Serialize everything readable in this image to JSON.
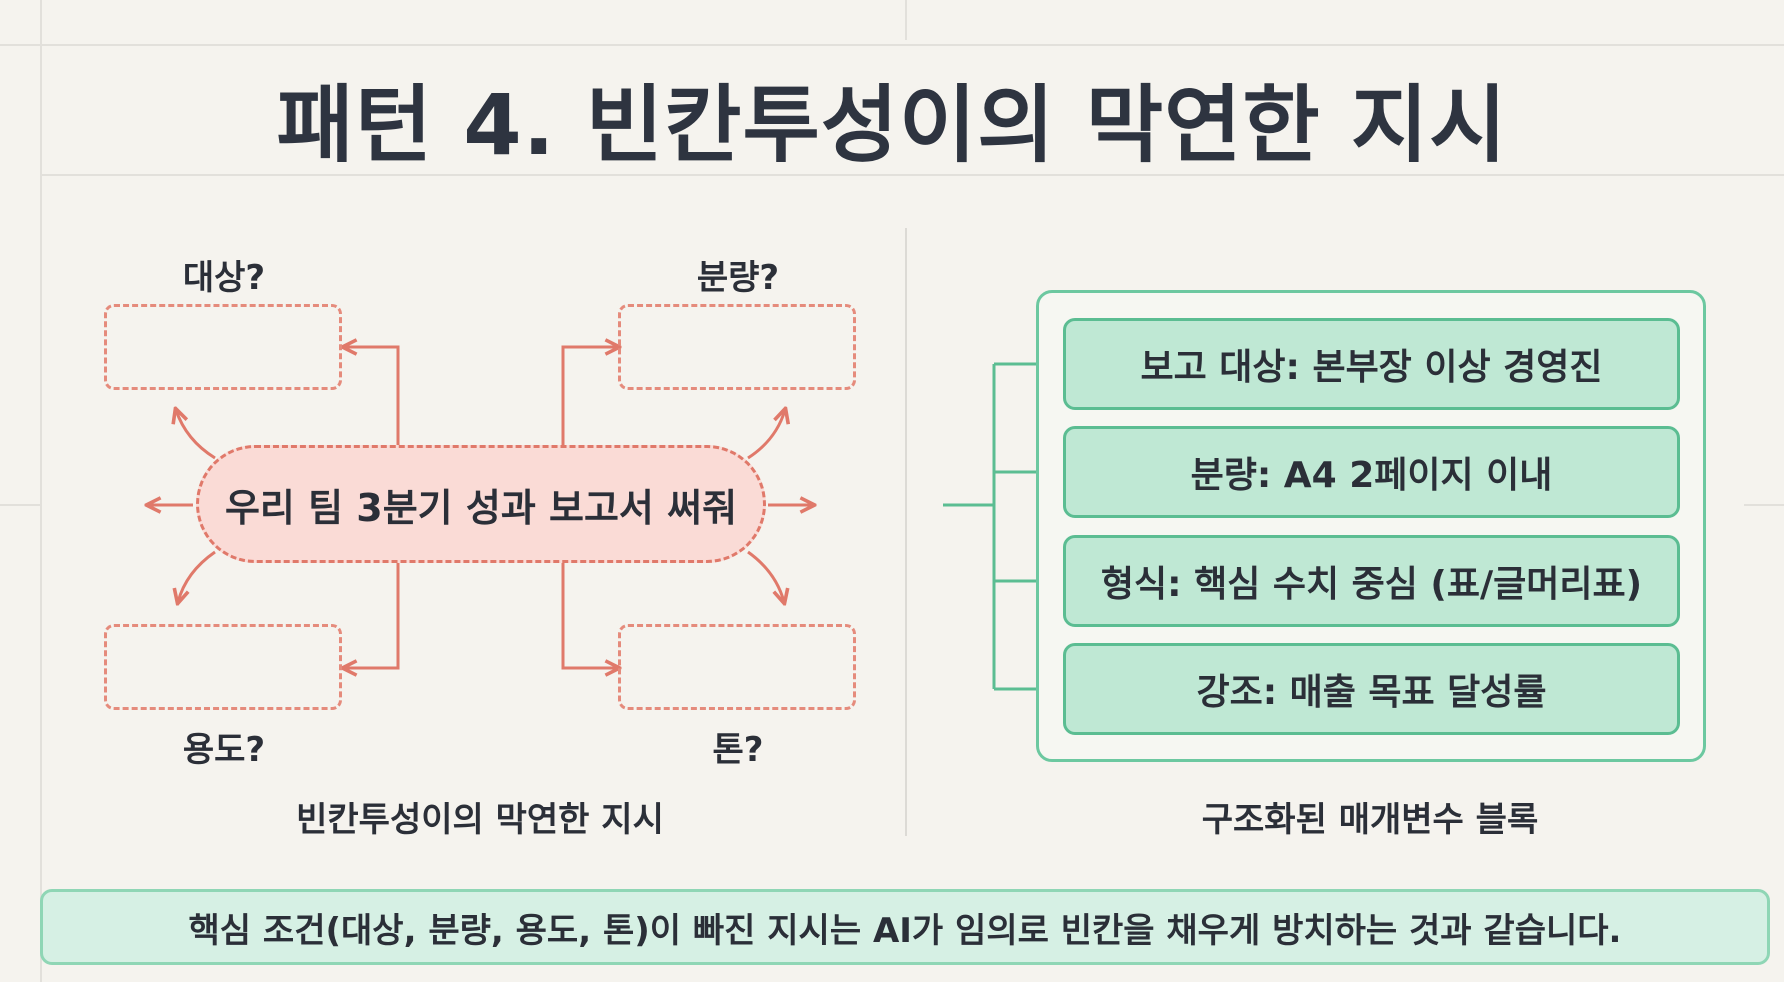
{
  "title": "패턴 4. 빈칸투성이의 막연한 지시",
  "left_panel": {
    "center_text": "우리 팀 3분기 성과 보고서 써줘",
    "labels": {
      "top_left": "대상?",
      "top_right": "분량?",
      "bottom_left": "용도?",
      "bottom_right": "톤?"
    },
    "caption": "빈칸투성이의 막연한 지시"
  },
  "right_panel": {
    "items": [
      "보고 대상: 본부장 이상 경영진",
      "분량: A4 2페이지 이내",
      "형식: 핵심 수치 중심 (표/글머리표)",
      "강조: 매출 목표 달성률"
    ],
    "caption": "구조화된 매개변수 블록"
  },
  "footer": "핵심 조건(대상, 분량, 용도, 톤)이 빠진 지시는 AI가 임의로 빈칸을 채우게 방치하는 것과 같습니다.",
  "colors": {
    "salmon": "#e0796a",
    "pill_fill": "#fadbd6",
    "green": "#5bbd92",
    "green_fill": "#bfe8d4",
    "background": "#f5f3ee"
  }
}
